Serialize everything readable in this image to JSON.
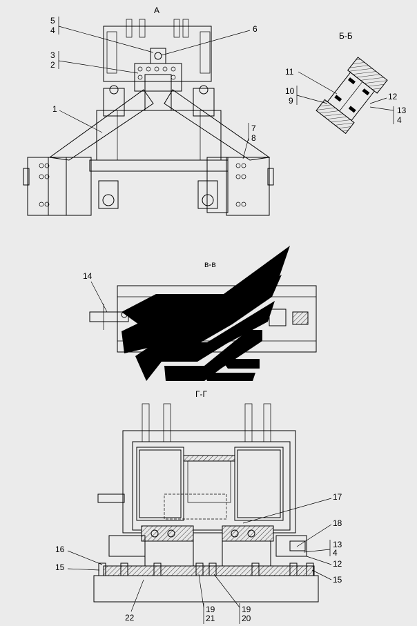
{
  "views": {
    "a": "А",
    "bb": "Б-Б",
    "vv": "в-в",
    "gg": "Г-Г"
  },
  "callouts": {
    "v1_5": "5",
    "v1_4a": "4",
    "v1_6": "6",
    "v1_3": "3",
    "v1_2": "2",
    "v1_1": "1",
    "v1_7": "7",
    "v1_8": "8",
    "v2_11": "11",
    "v2_10": "10",
    "v2_9": "9",
    "v2_12": "12",
    "v2_13": "13",
    "v2_4": "4",
    "v3_14": "14",
    "v4_17": "17",
    "v4_18": "18",
    "v4_16": "16",
    "v4_13": "13",
    "v4_4": "4",
    "v4_12": "12",
    "v4_15a": "15",
    "v4_15b": "15",
    "v4_22": "22",
    "v4_19a": "19",
    "v4_21": "21",
    "v4_19b": "19",
    "v4_20": "20"
  },
  "logo": {
    "name": "watermark-logo",
    "color": "#000000"
  }
}
